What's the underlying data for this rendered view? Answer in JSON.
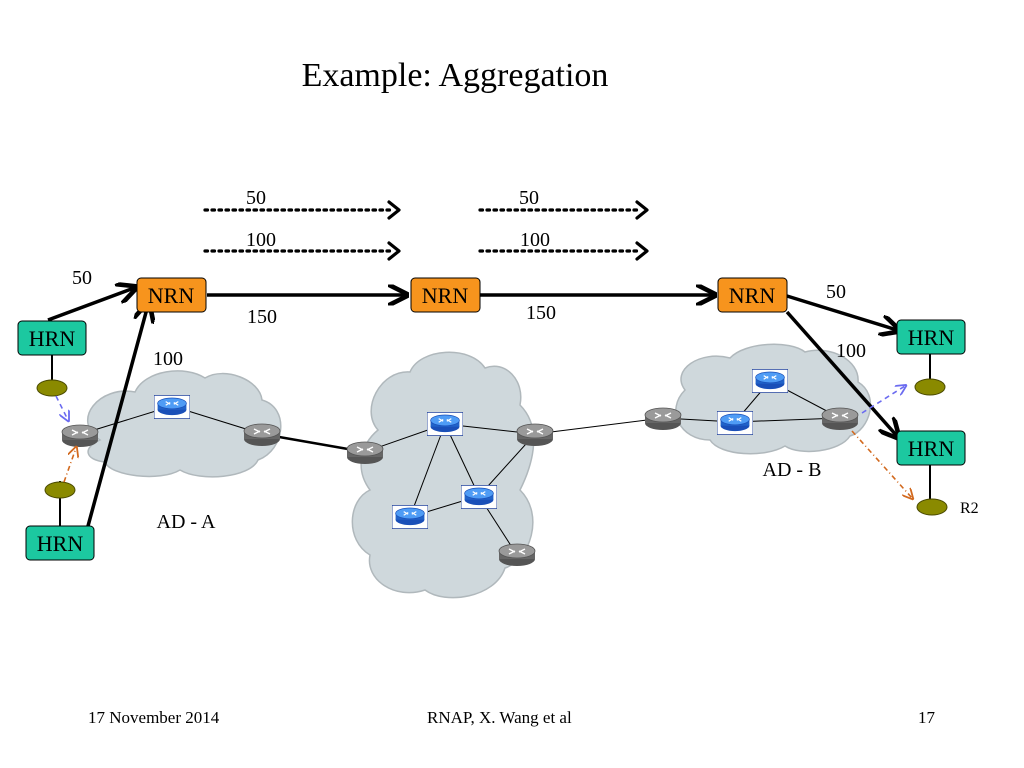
{
  "slide": {
    "title": "Example: Aggregation",
    "footer": {
      "date": "17 November 2014",
      "center": "RNAP, X. Wang et al",
      "page": "17"
    }
  },
  "nodes": {
    "nrn_label": "NRN",
    "hrn_label": "HRN",
    "receiver_label": "R2"
  },
  "domains": {
    "ad_a": "AD - A",
    "ad_b": "AD - B"
  },
  "flows": {
    "dotted_top_1": "50",
    "dotted_bottom_1": "100",
    "dotted_top_2": "50",
    "dotted_bottom_2": "100"
  },
  "links": {
    "hrn_a_to_nrn1": "50",
    "hrn_b_to_nrn1": "100",
    "nrn1_to_nrn2": "150",
    "nrn2_to_nrn3": "150",
    "nrn3_to_hrn_right1": "50",
    "nrn3_to_hrn_right2": "100"
  },
  "colors": {
    "nrn_fill": "#f7941d",
    "hrn_fill": "#1cc8a0",
    "host_fill": "#8a8a00",
    "cloud_fill": "#cfd8dc",
    "router_gray": "#7a7a7a",
    "router_blue": "#2f7fe0",
    "dashed_blue": "#6b6bf0",
    "dashed_orange": "#d2691e"
  }
}
